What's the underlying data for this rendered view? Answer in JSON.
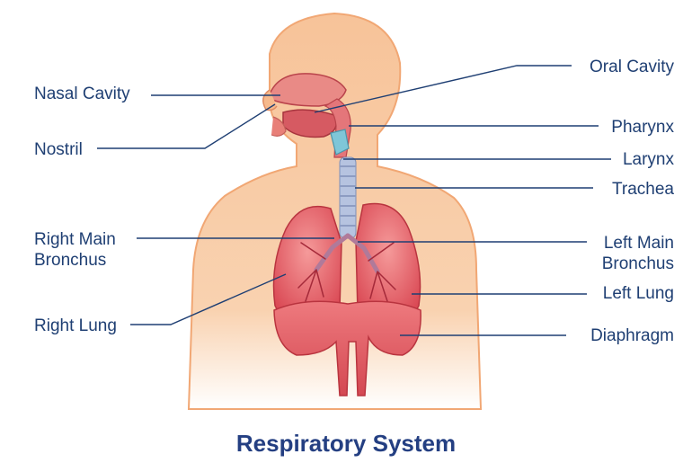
{
  "title": "Respiratory System",
  "labels": {
    "nasal_cavity": "Nasal Cavity",
    "nostril": "Nostril",
    "right_main_bronchus": [
      "Right Main",
      "Bronchus"
    ],
    "right_lung": "Right Lung",
    "oral_cavity": "Oral Cavity",
    "pharynx": "Pharynx",
    "larynx": "Larynx",
    "trachea": "Trachea",
    "left_main_bronchus": [
      "Left Main",
      "Bronchus"
    ],
    "left_lung": "Left Lung",
    "diaphragm": "Diaphragm"
  },
  "colors": {
    "label_text": "#1f3f73",
    "title_text": "#243f82",
    "leader_line": "#1f3f73",
    "skin": "#f8c8a0",
    "lung": "#e8606a",
    "diaphragm": "#e2555e",
    "trachea": "#a8b8d8"
  }
}
